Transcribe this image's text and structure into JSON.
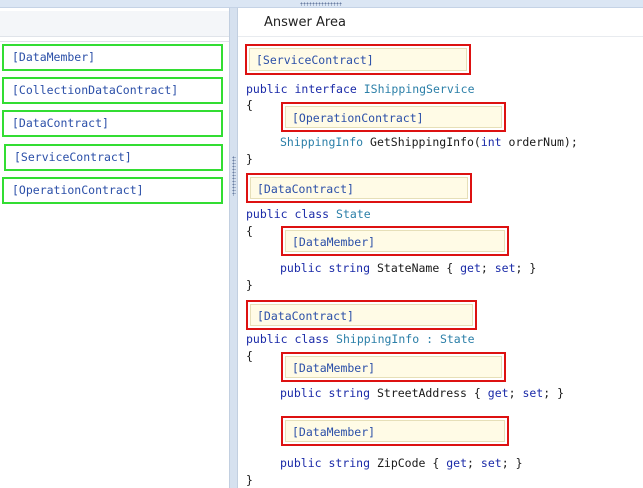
{
  "answer_area": {
    "title": "Answer Area"
  },
  "drag_items": [
    "[DataMember]",
    "[CollectionDataContract]",
    "[DataContract]",
    "[ServiceContract]",
    "[OperationContract]"
  ],
  "drop_slots": [
    "[ServiceContract]",
    "[OperationContract]",
    "[DataContract]",
    "[DataMember]",
    "[DataContract]",
    "[DataMember]",
    "[DataMember]"
  ],
  "code": {
    "kw_public": "public",
    "kw_interface": "interface",
    "kw_class": "class",
    "kw_string": "string",
    "kw_int": "int",
    "kw_get": "get",
    "kw_set": "set",
    "t_ishippingservice": "IShippingService",
    "t_shippinginfo": "ShippingInfo",
    "t_state": "State",
    "m_getshippinginfo": "GetShippingInfo(",
    "p_ordernum": "orderNum);",
    "brace_open": "{",
    "brace_close": "}",
    "colon": ":",
    "prop_statename": "StateName",
    "prop_streetaddress": "StreetAddress",
    "prop_zipcode": "ZipCode",
    "accessor_open": "{",
    "accessor_close": "}",
    "semicolon": ";"
  }
}
